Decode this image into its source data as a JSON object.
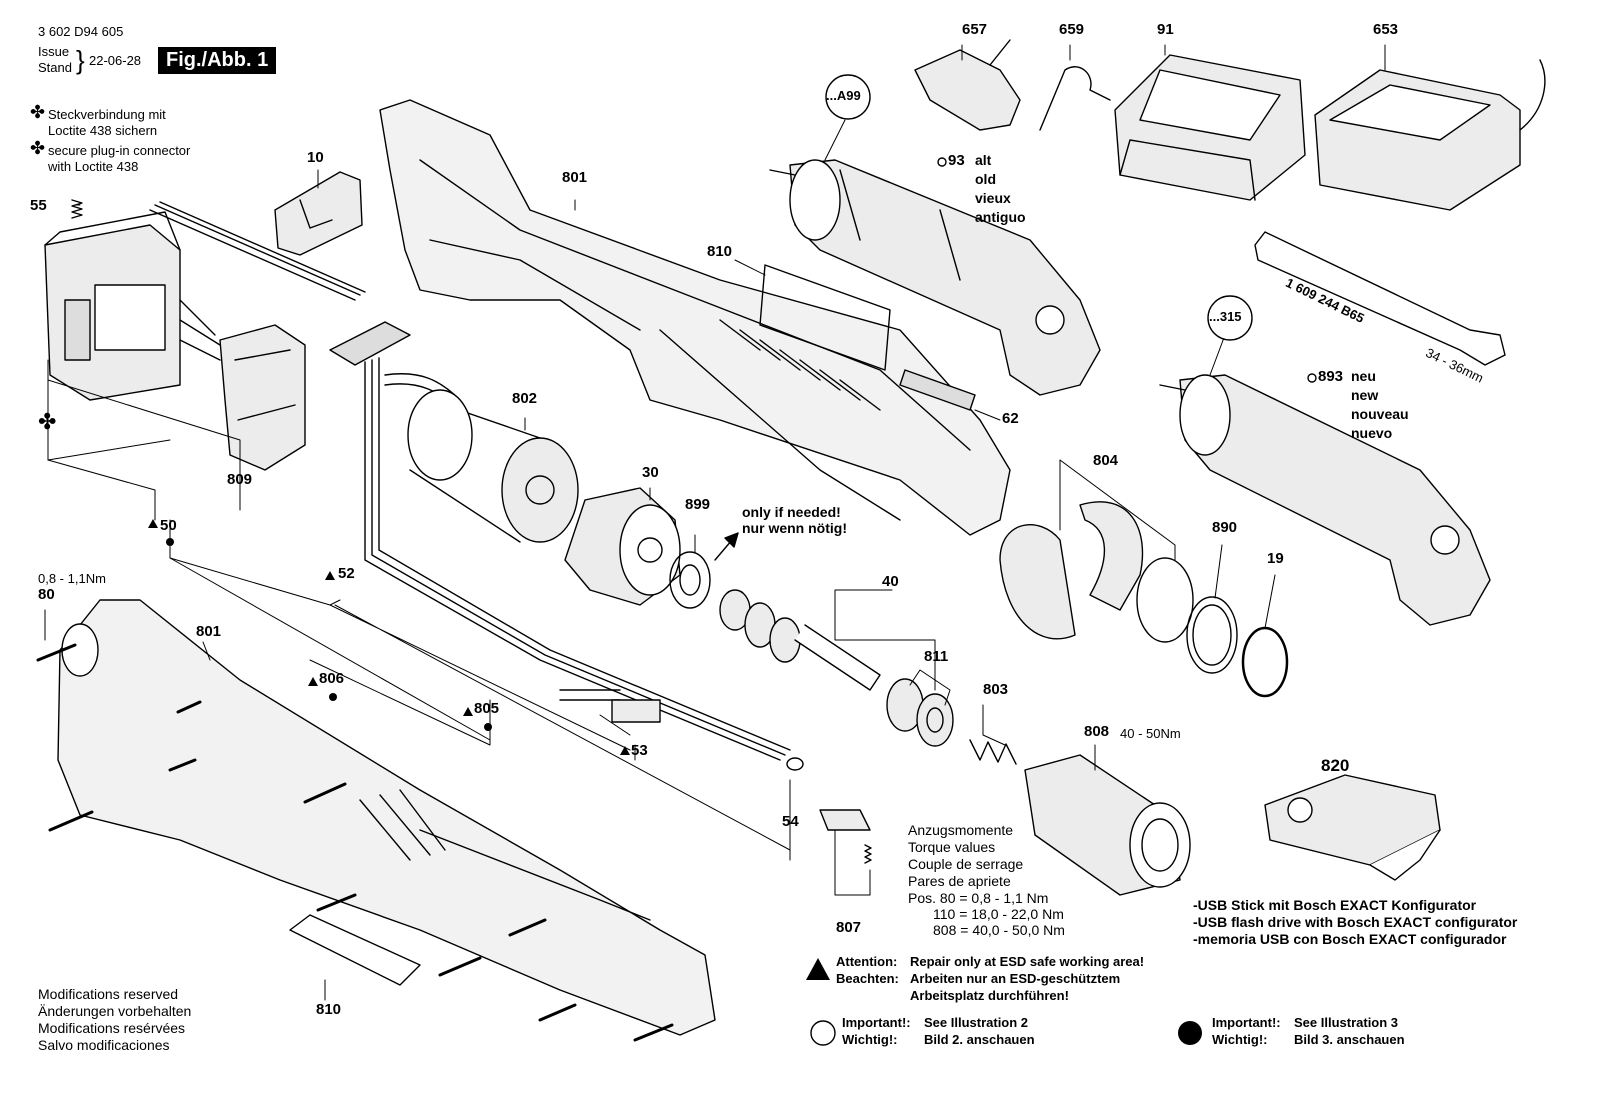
{
  "header": {
    "doc_number": "3 602 D94 605",
    "issue_label": "Issue",
    "stand_label": "Stand",
    "brace": "}",
    "date": "22-06-28",
    "figure_label": "Fig./Abb. 1"
  },
  "notes": {
    "loctite_symbol": "✤",
    "loctite_de": "Steckverbindung mit",
    "loctite_de_2": "Loctite 438 sichern",
    "loctite_en": "secure plug-in connector",
    "loctite_en_2": "with Loctite 438",
    "only_if_needed": "only if needed!",
    "nur_wenn": "nur wenn nötig!",
    "alt_old": [
      "alt",
      "old",
      "vieux",
      "antiguo"
    ],
    "neu_new": [
      "neu",
      "new",
      "nouveau",
      "nuevo"
    ],
    "torque_80": "0,8 - 1,1Nm",
    "torque_808": "40 - 50Nm",
    "wrench_label": "1 609 244 B65",
    "wrench_size": "34 - 36mm"
  },
  "torque_table": {
    "titles": [
      "Anzugsmomente",
      "Torque values",
      "Couple de serrage",
      "Pares de apriete"
    ],
    "rows": [
      "Pos. 80 =   0,8 -   1,1 Nm",
      "110 = 18,0 - 22,0 Nm",
      "808 = 40,0 - 50,0 Nm"
    ]
  },
  "usb_notes": [
    "-USB Stick mit Bosch EXACT Konfigurator",
    "-USB flash drive with Bosch EXACT configurator",
    "-memoria USB con Bosch EXACT configurador"
  ],
  "modifications": [
    "Modifications reserved",
    "Änderungen vorbehalten",
    "Modifications resérvées",
    "Salvo modificaciones"
  ],
  "esd": {
    "attention_label": "Attention:",
    "attention_text": "Repair only at ESD safe working area!",
    "beachten_label": "Beachten:",
    "beachten_text": "Arbeiten nur an ESD-geschütztem",
    "beachten_text_2": "Arbeitsplatz durchführen!"
  },
  "important": {
    "ill2_label_1": "Important!:",
    "ill2_text_1": "See Illustration 2",
    "ill2_label_2": "Wichtig!:",
    "ill2_text_2": "Bild 2. anschauen",
    "ill3_label_1": "Important!:",
    "ill3_text_1": "See Illustration 3",
    "ill3_label_2": "Wichtig!:",
    "ill3_text_2": "Bild 3. anschauen"
  },
  "part_labels": {
    "p10": "10",
    "p55": "55",
    "p50": "50",
    "p52": "52",
    "p80": "80",
    "p801a": "801",
    "p801b": "801",
    "p806": "806",
    "p805": "805",
    "p53": "53",
    "p54": "54",
    "p809": "809",
    "p802": "802",
    "p30": "30",
    "p899": "899",
    "p810a": "810",
    "p810b": "810",
    "p62": "62",
    "p657": "657",
    "p659": "659",
    "p91": "91",
    "p653": "653",
    "pA99": "...A99",
    "p93": "93",
    "p315": "...315",
    "p893": "893",
    "p804": "804",
    "p890": "890",
    "p19": "19",
    "p40": "40",
    "p811": "811",
    "p803": "803",
    "p808": "808",
    "p820": "820",
    "p807": "807"
  },
  "colors": {
    "ink": "#000000",
    "paper": "#ffffff",
    "shade": "#d9d9d9",
    "shade_dark": "#a6a6a6"
  }
}
